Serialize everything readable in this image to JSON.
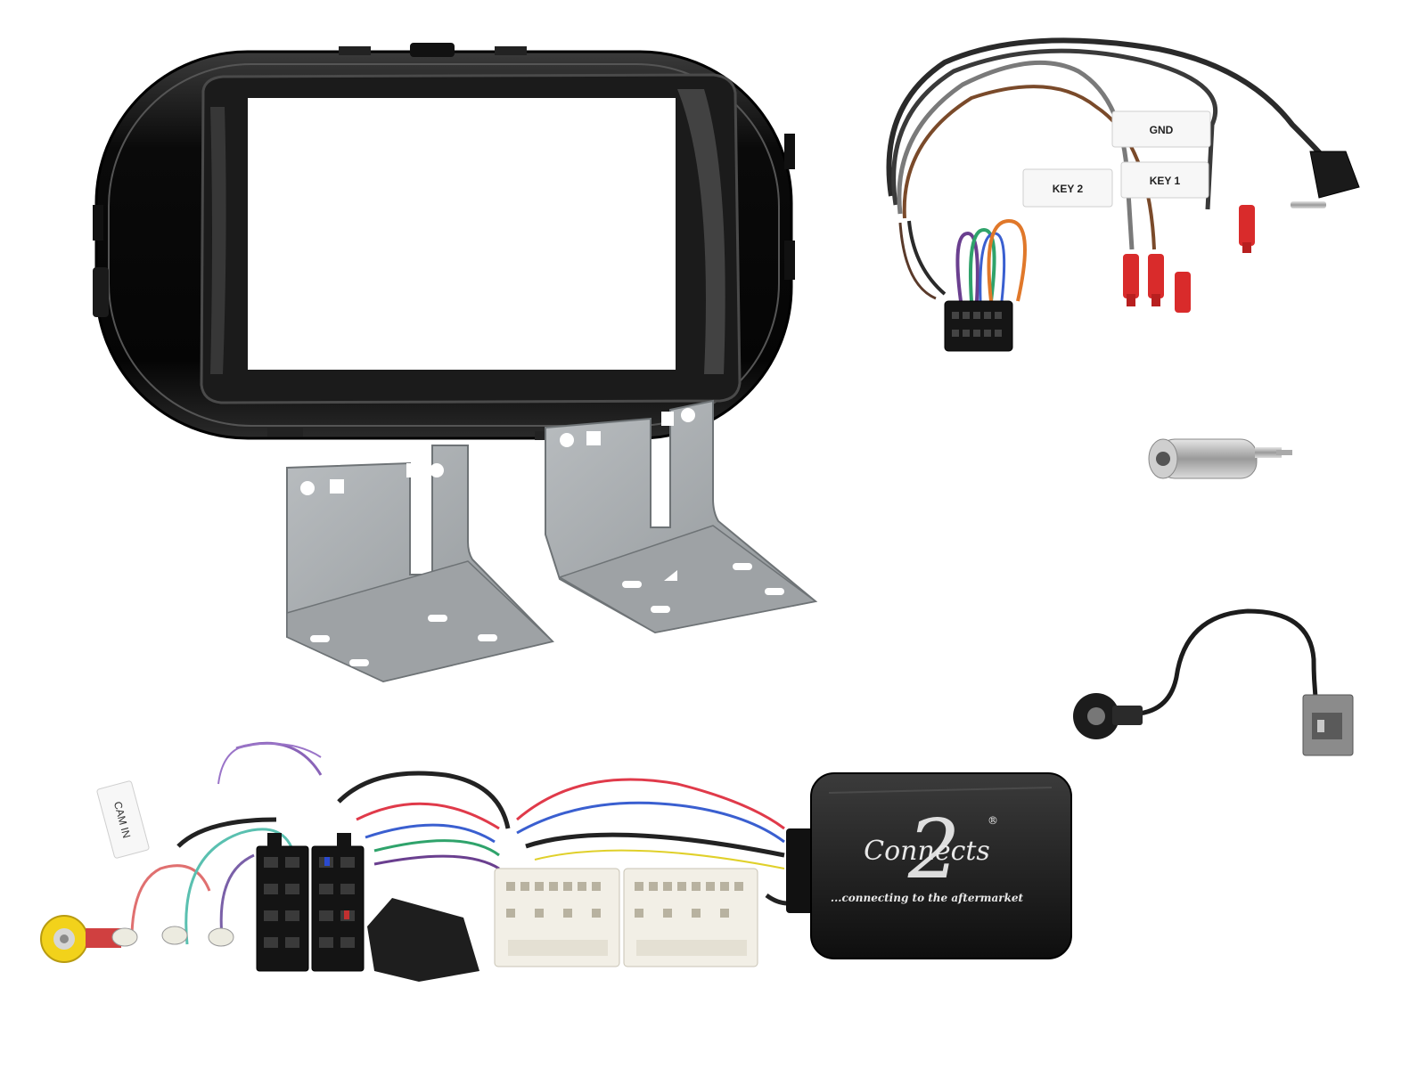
{
  "labels": {
    "gnd": "GND",
    "key1": "KEY 1",
    "key2": "KEY 2",
    "cam_in": "CAM IN"
  },
  "branding": {
    "logo_word": "Connects",
    "logo_numeral": "2",
    "tagline": "...connecting to the aftermarket",
    "registered": "®"
  },
  "colors": {
    "fascia": "#0b0b0b",
    "bracket": "#a9adb0",
    "wire_red": "#d0202a",
    "wire_green": "#2fa36b",
    "wire_purple": "#6a3f8f",
    "wire_orange": "#e0782a",
    "wire_blue": "#3a5fd0",
    "rca_yellow": "#f2d21b",
    "connector_red": "#d92b2b",
    "connector_white": "#f2efe6"
  }
}
